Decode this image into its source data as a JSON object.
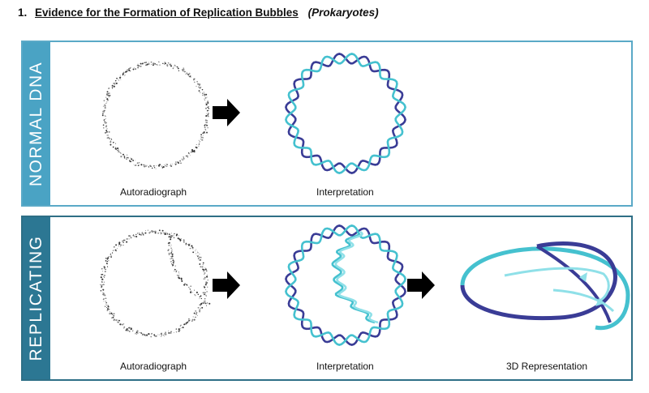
{
  "heading": {
    "number": "1.",
    "title": "Evidence for the Formation of Replication Bubbles",
    "subtitle": "(Prokaryotes)"
  },
  "panels": {
    "normal": {
      "side_label": "NORMAL DNA",
      "autoradiograph_caption": "Autoradiograph",
      "interpretation_caption": "Interpretation"
    },
    "replicating": {
      "side_label": "REPLICATING",
      "autoradiograph_caption": "Autoradiograph",
      "interpretation_caption": "Interpretation",
      "representation_caption": "3D Representation"
    }
  },
  "colors": {
    "strand_dark": "#3a3c96",
    "strand_light": "#45c1cf",
    "new_strand": "#8fe0e8",
    "panel_top": "#4aa3c4",
    "panel_bottom": "#2c7793",
    "arrow": "#000000"
  }
}
